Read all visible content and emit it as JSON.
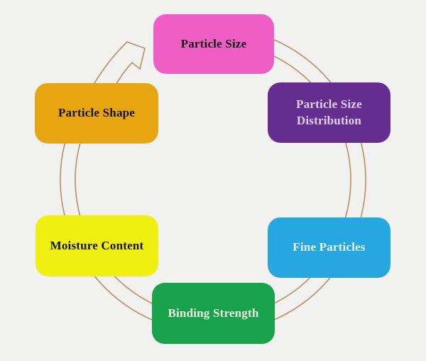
{
  "diagram": {
    "type": "circular-cycle",
    "background_color": "#F1F1F0",
    "ring": {
      "color": "#BD9468",
      "direction": "clockwise",
      "arrowhead": "open-arrow pointing up-right toward Particle Size"
    },
    "nodes": [
      {
        "label": "Particle Size",
        "fill": "#EE5EC5",
        "text_color": "#141414"
      },
      {
        "label": "Particle Size Distribution",
        "fill": "#662D91",
        "text_color": "#DCD4E6"
      },
      {
        "label": "Fine Particles",
        "fill": "#27A7DF",
        "text_color": "#E9F3FB"
      },
      {
        "label": "Binding Strength",
        "fill": "#17A24B",
        "text_color": "#EFEDE2"
      },
      {
        "label": "Moisture Content",
        "fill": "#F0EF12",
        "text_color": "#141414"
      },
      {
        "label": "Particle Shape",
        "fill": "#E8A512",
        "text_color": "#141414"
      }
    ]
  }
}
